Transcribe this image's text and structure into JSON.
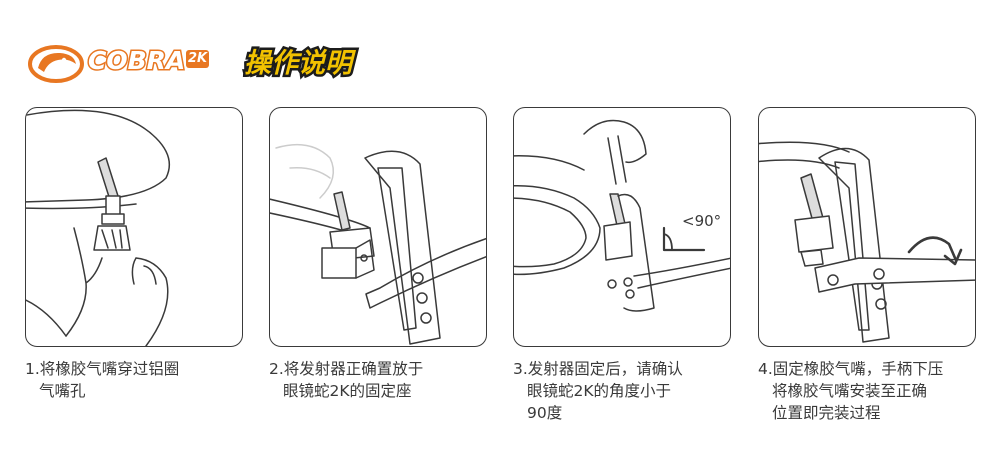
{
  "header": {
    "brand": "COBRA",
    "brand_suffix": "2K",
    "title": "操作说明"
  },
  "colors": {
    "brand_orange": "#e87722",
    "title_yellow": "#f2c200",
    "outline_dark": "#1c1c1c",
    "line_art": "#3a3a3a"
  },
  "steps": [
    {
      "line1": "1.将橡胶气嘴穿过铝圈",
      "line2": "气嘴孔",
      "line3": ""
    },
    {
      "line1": "2.将发射器正确置放于",
      "line2": "眼镜蛇2K的固定座",
      "line3": ""
    },
    {
      "line1": "3.发射器固定后，请确认",
      "line2": "眼镜蛇2K的角度小于",
      "line3": "90度"
    },
    {
      "line1": "4.固定橡胶气嘴，手柄下压",
      "line2": "将橡胶气嘴安装至正确",
      "line3": "位置即完装过程"
    }
  ],
  "panel3_angle_label": "<90°"
}
